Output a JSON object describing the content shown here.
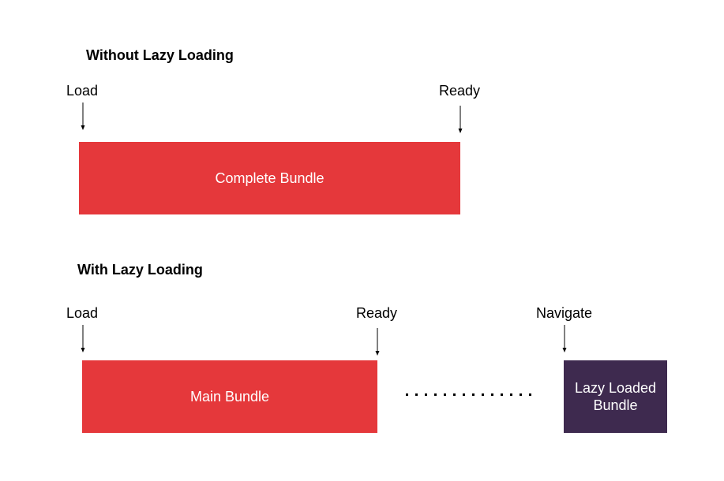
{
  "colors": {
    "bundle_red": "#e5383b",
    "lazy_purple": "#3e2a4f",
    "text_on_bar": "#ffffff"
  },
  "without_lazy": {
    "heading": "Without Lazy Loading",
    "markers": {
      "load": "Load",
      "ready": "Ready"
    },
    "bar_label": "Complete Bundle"
  },
  "with_lazy": {
    "heading": "With Lazy Loading",
    "markers": {
      "load": "Load",
      "ready": "Ready",
      "navigate": "Navigate"
    },
    "main_bar_label": "Main Bundle",
    "lazy_bar_label": "Lazy Loaded\nBundle"
  },
  "icons": {
    "arrow": "down-arrow-icon",
    "dotted_gap": "dotted-line"
  }
}
